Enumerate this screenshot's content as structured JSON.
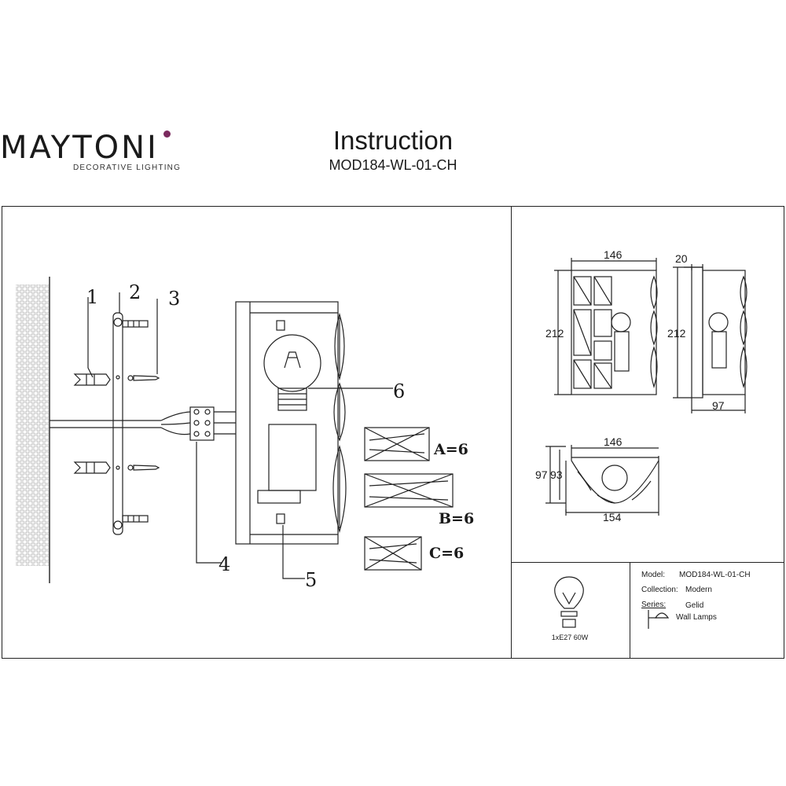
{
  "brand": {
    "name": "MAYTONI",
    "tagline": "DECORATIVE LIGHTING"
  },
  "heading": {
    "title": "Instruction",
    "model": "MOD184-WL-01-CH"
  },
  "callouts": [
    "1",
    "2",
    "3",
    "4",
    "5",
    "6"
  ],
  "parts": [
    {
      "label": "A=6"
    },
    {
      "label": "B=6"
    },
    {
      "label": "C=6"
    }
  ],
  "dimensions": {
    "front_width": "146",
    "front_height": "212",
    "side_depth_top": "20",
    "side_height": "212",
    "side_depth": "97",
    "top_width": "146",
    "top_depth_outer": "97",
    "top_depth_inner": "93",
    "top_width_outer": "154"
  },
  "bulb": {
    "label": "1xE27 60W"
  },
  "specs": {
    "model_key": "Model:",
    "model_val": "MOD184-WL-01-CH",
    "collection_key": "Collection:",
    "collection_val": "Modern",
    "series_key": "Series:",
    "series_val": "Gelid",
    "type_val": "Wall Lamps"
  }
}
